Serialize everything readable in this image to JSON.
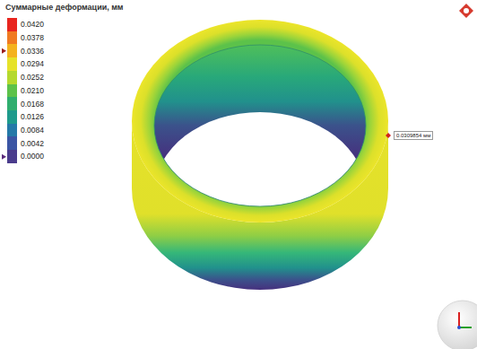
{
  "diagram": {
    "title": "Суммарные деформации, мм",
    "labels": [
      "0.0309854 мм"
    ],
    "legend": [
      {
        "text": "0.0420",
        "color": "#e8251f"
      },
      {
        "text": "0.0378",
        "color": "#f07a22"
      },
      {
        "text": "0.0336",
        "color": "#f4b21f"
      },
      {
        "text": "0.0294",
        "color": "#e6e22a"
      },
      {
        "text": "0.0252",
        "color": "#b5d92e"
      },
      {
        "text": "0.0210",
        "color": "#5cc24a"
      },
      {
        "text": "0.0168",
        "color": "#2fae6e"
      },
      {
        "text": "0.0126",
        "color": "#1e9a8c"
      },
      {
        "text": "0.0084",
        "color": "#2479a8"
      },
      {
        "text": "0.0042",
        "color": "#3a55a4"
      },
      {
        "text": "0.0000",
        "color": "#4a3c8c"
      }
    ]
  }
}
